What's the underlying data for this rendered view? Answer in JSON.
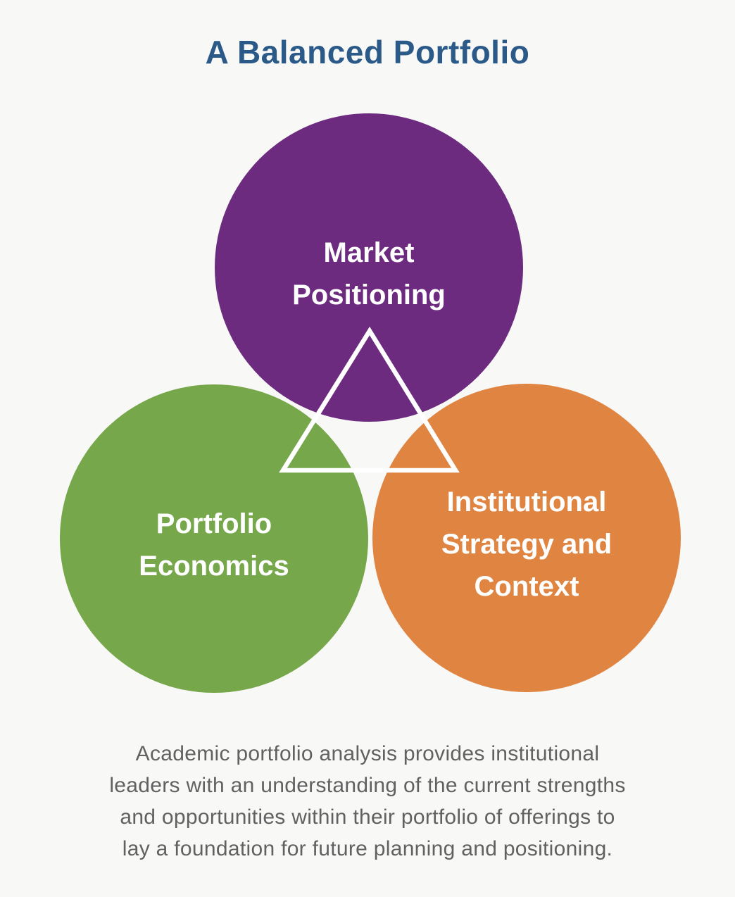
{
  "title": "A Balanced Portfolio",
  "diagram": {
    "triangle_color": "#ffffff",
    "circles": [
      {
        "id": "market-positioning",
        "label": "Market\nPositioning",
        "color": "#6d2b80"
      },
      {
        "id": "portfolio-economics",
        "label": "Portfolio\nEconomics",
        "color": "#76a74a"
      },
      {
        "id": "institutional-strategy-and-context",
        "label": "Institutional\nStrategy and\nContext",
        "color": "#e08442"
      }
    ]
  },
  "caption": "Academic portfolio analysis provides institutional\nleaders with an understanding of the current strengths\nand opportunities within their portfolio of offerings to\nlay a foundation for future planning and positioning.",
  "colors": {
    "background": "#f8f8f7",
    "title_text": "#2b5a89",
    "caption_text": "#616161",
    "label_text": "#ffffff"
  }
}
